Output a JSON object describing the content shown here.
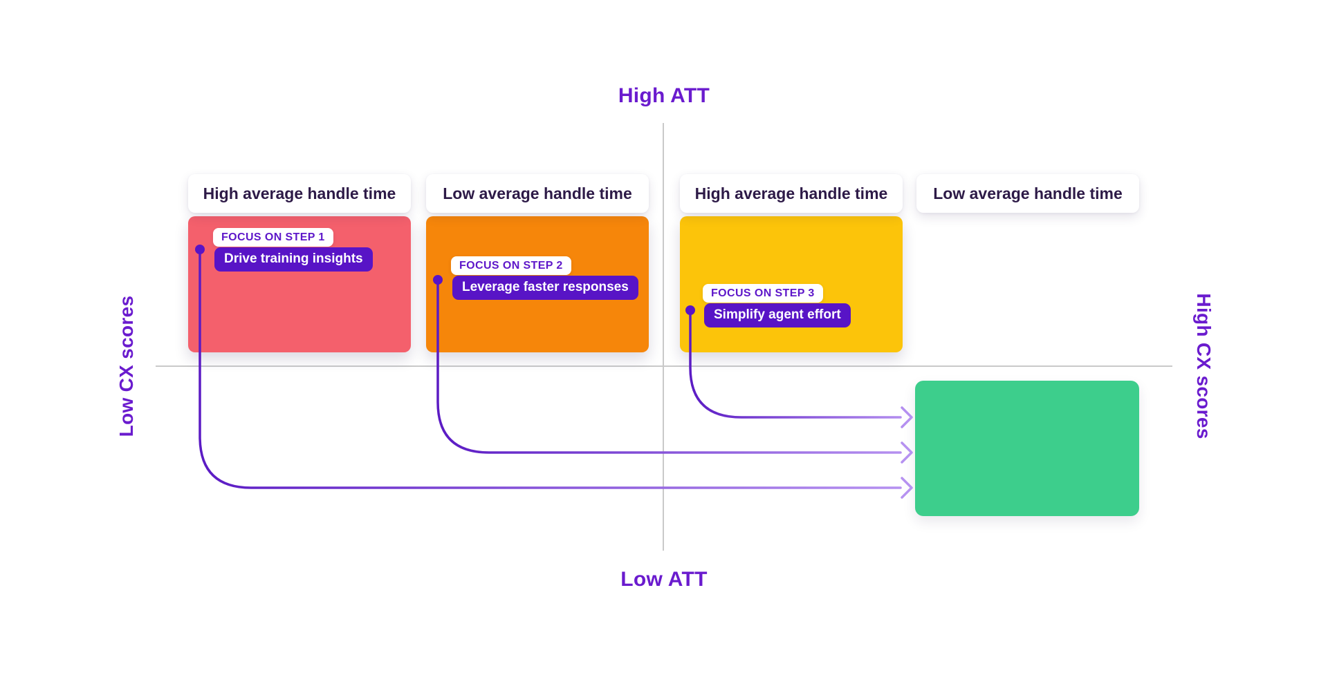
{
  "axes": {
    "top_label": "High ATT",
    "bottom_label": "Low ATT",
    "left_label": "Low CX scores",
    "right_label": "High CX scores"
  },
  "quadrants": [
    {
      "header": "High average handle time",
      "box_color": "#F4606C",
      "focus_tag": "FOCUS ON STEP 1",
      "action": "Drive training insights"
    },
    {
      "header": "Low average handle time",
      "box_color": "#F6860A",
      "focus_tag": "FOCUS ON STEP 2",
      "action": "Leverage faster responses"
    },
    {
      "header": "High average handle time",
      "box_color": "#FCC40A",
      "focus_tag": "FOCUS ON STEP 3",
      "action": "Simplify agent effort"
    },
    {
      "header": "Low average handle time"
    }
  ],
  "target": {
    "color": "#3DCE8C"
  },
  "arrows": {
    "dot_color": "#5814C6",
    "gradient_start": "#5B1BC4",
    "gradient_end": "#B793F1"
  },
  "theme": {
    "page_bg": "#FFFFFF",
    "axis_label_color": "#6A1BCE",
    "axis_line_color": "#C9C9C9",
    "header_text_color": "#2D1A47",
    "tag_text_color": "#5D16C9",
    "action_bg_color": "#5814C6",
    "action_text_color": "#FFFFFF"
  }
}
